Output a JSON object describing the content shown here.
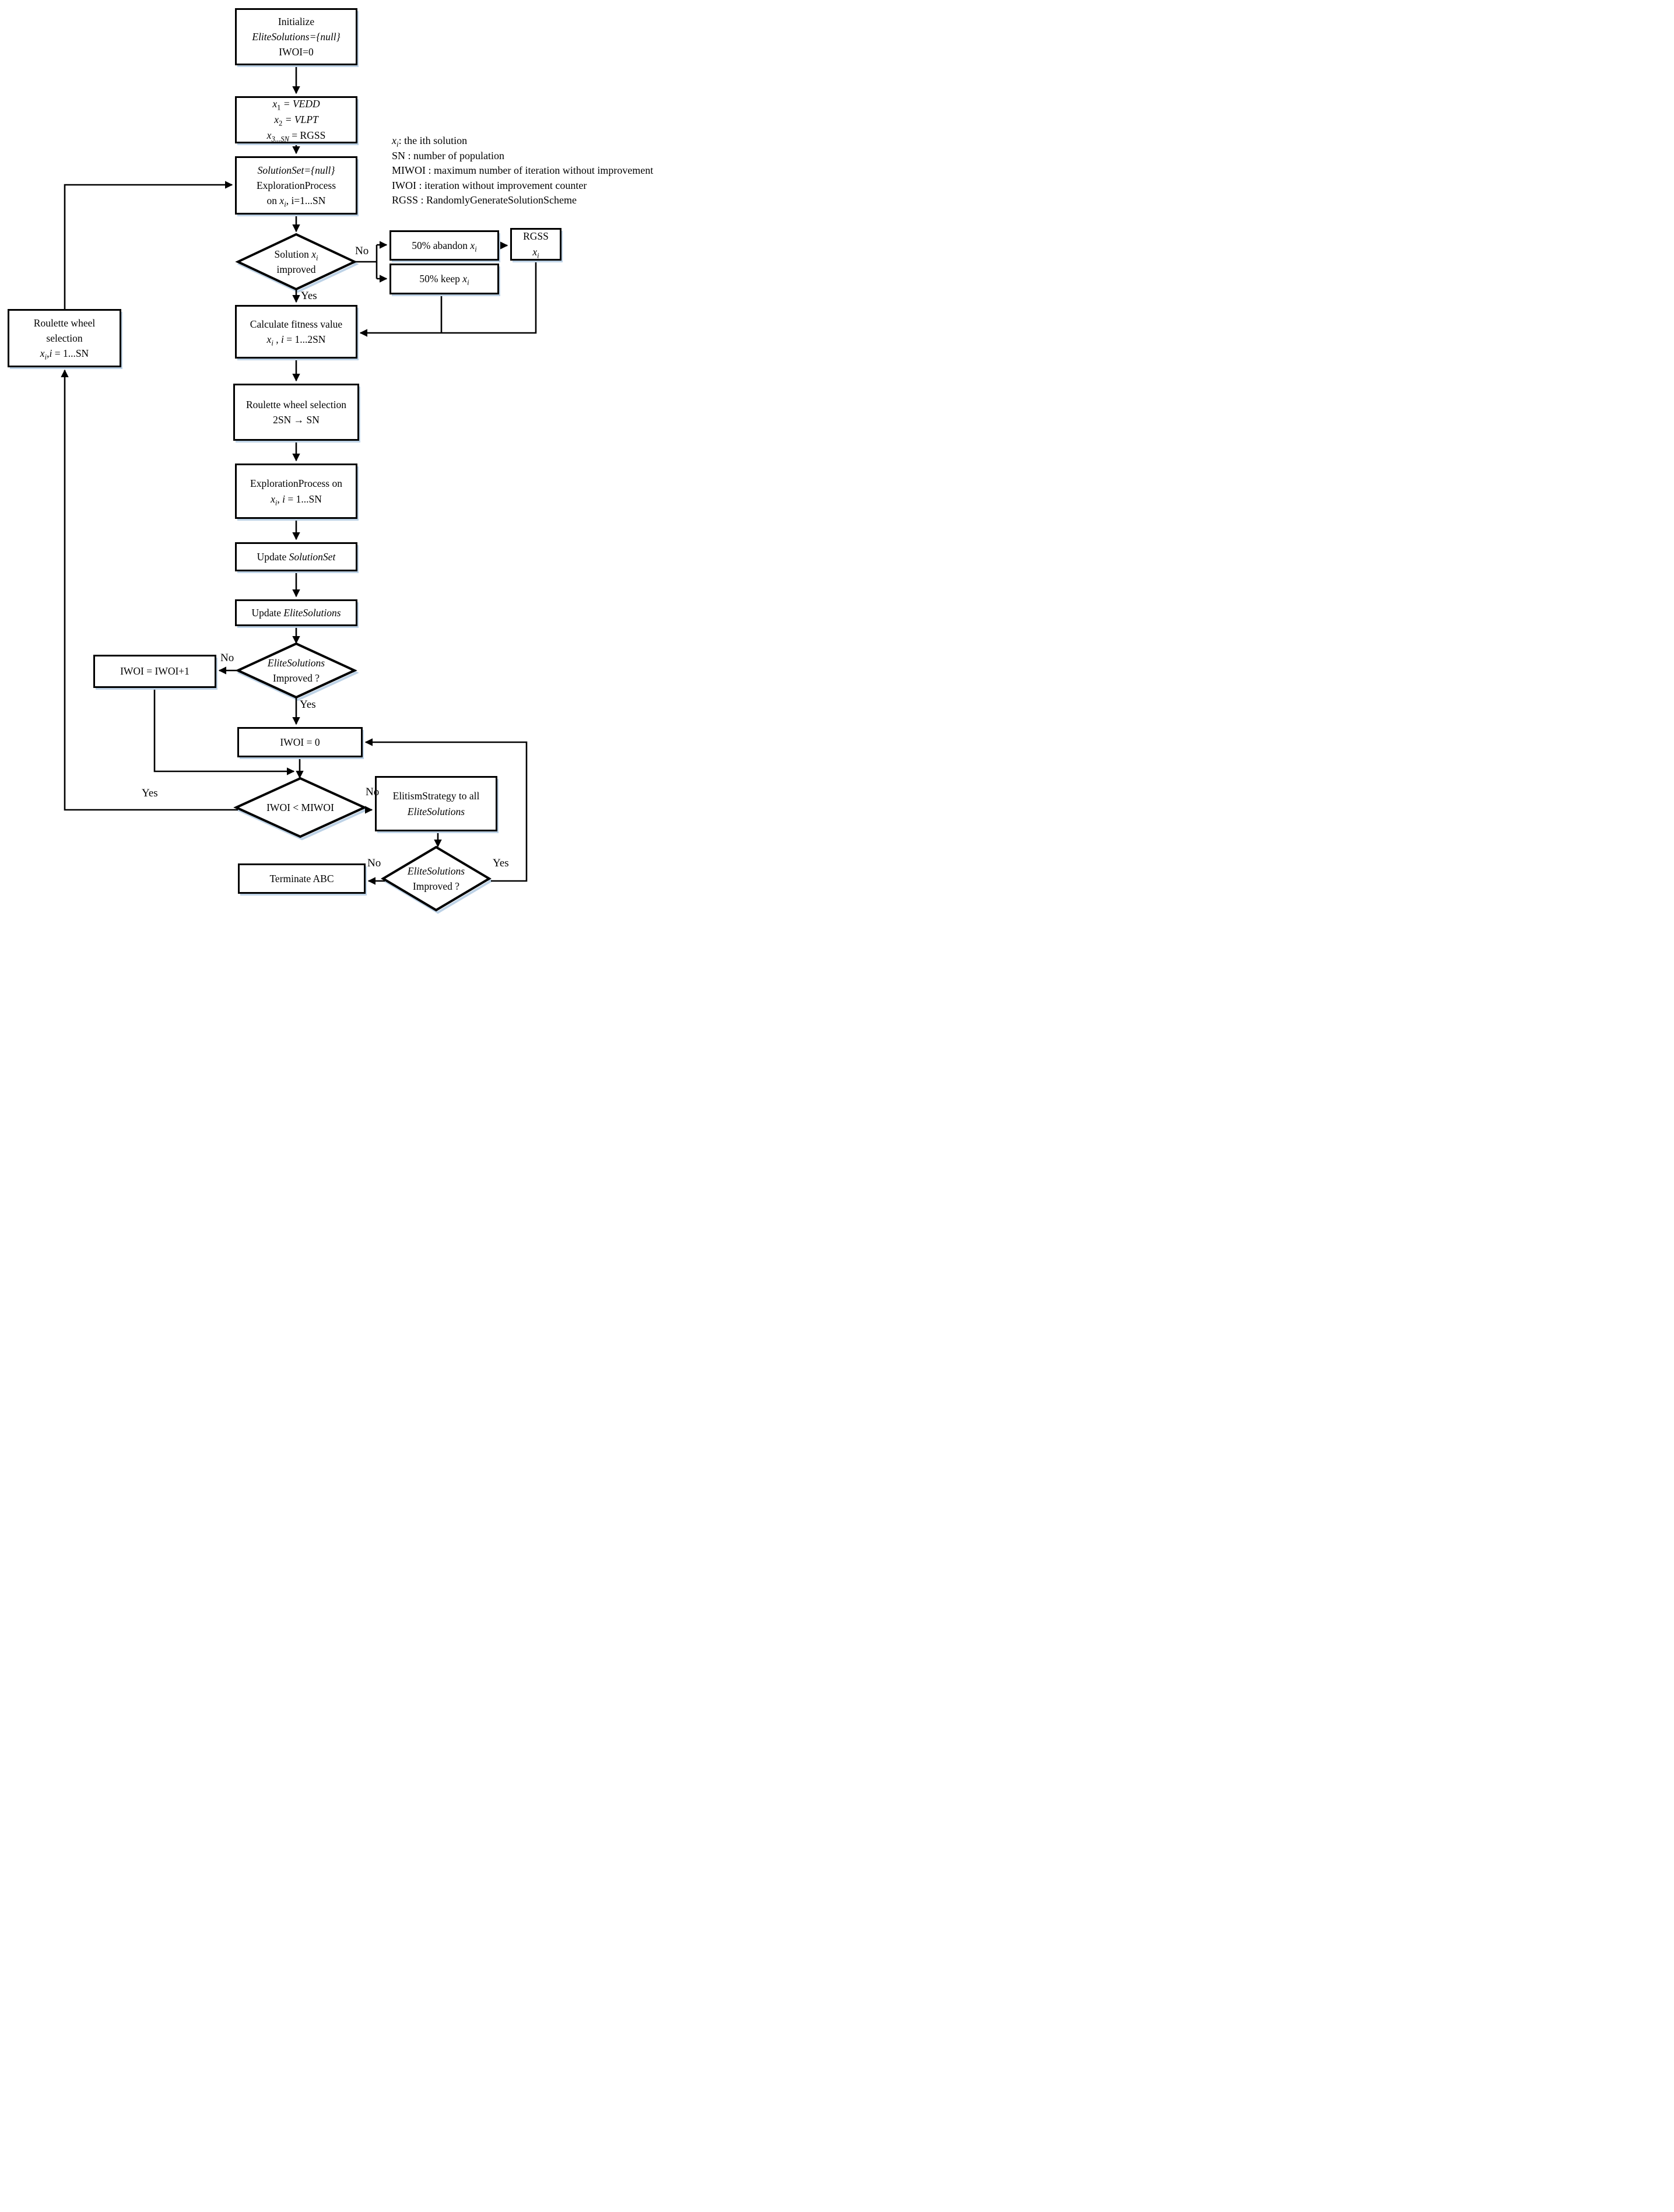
{
  "labels": {
    "yes": "Yes",
    "no": "No"
  },
  "colors": {
    "stroke": "#000000",
    "shadow": "#bdd2e6",
    "background": "#ffffff",
    "text": "#000000"
  },
  "nodes": {
    "init": {
      "lines": [
        [
          {
            "t": "Initialize"
          }
        ],
        [
          {
            "t": "EliteSolutions",
            "i": 1
          },
          {
            "t": "={null}",
            "i": 1
          }
        ],
        [
          {
            "t": "IWOI=0"
          }
        ]
      ]
    },
    "xdef": {
      "lines": [
        [
          {
            "t": "x",
            "i": 1
          },
          {
            "t": "1",
            "sub": 1
          },
          {
            "t": " = ",
            "i": 1
          },
          {
            "t": "VEDD",
            "i": 1
          }
        ],
        [
          {
            "t": "x",
            "i": 1
          },
          {
            "t": "2",
            "sub": 1
          },
          {
            "t": " = ",
            "i": 1
          },
          {
            "t": "VLPT",
            "i": 1
          }
        ],
        [
          {
            "t": "x",
            "i": 1
          },
          {
            "t": "3...SN",
            "sub": 1,
            "i": 1
          },
          {
            "t": " = RGSS"
          }
        ]
      ]
    },
    "solset": {
      "lines": [
        [
          {
            "t": "SolutionSet",
            "i": 1
          },
          {
            "t": "={null}",
            "i": 1
          }
        ],
        [
          {
            "t": "ExplorationProcess"
          }
        ],
        [
          {
            "t": "on  "
          },
          {
            "t": "x",
            "i": 1
          },
          {
            "t": "i",
            "sub": 1,
            "i": 1
          },
          {
            "t": ", i=1...SN"
          }
        ]
      ]
    },
    "improved": {
      "lines": [
        [
          {
            "t": "Solution "
          },
          {
            "t": "x",
            "i": 1
          },
          {
            "t": "i",
            "sub": 1,
            "i": 1
          }
        ],
        [
          {
            "t": "improved"
          }
        ]
      ]
    },
    "abandon": {
      "lines": [
        [
          {
            "t": "50% abandon "
          },
          {
            "t": "x",
            "i": 1
          },
          {
            "t": "i",
            "sub": 1,
            "i": 1
          }
        ]
      ]
    },
    "keep": {
      "lines": [
        [
          {
            "t": "50% keep "
          },
          {
            "t": "x",
            "i": 1
          },
          {
            "t": "i",
            "sub": 1,
            "i": 1
          }
        ]
      ]
    },
    "rgss": {
      "lines": [
        [
          {
            "t": "RGSS"
          }
        ],
        [
          {
            "t": "x",
            "i": 1
          },
          {
            "t": "i",
            "sub": 1,
            "i": 1
          }
        ]
      ]
    },
    "fitness": {
      "lines": [
        [
          {
            "t": "Calculate fitness value"
          }
        ],
        [
          {
            "t": "x",
            "i": 1
          },
          {
            "t": "i",
            "sub": 1,
            "i": 1
          },
          {
            "t": " , "
          },
          {
            "t": "i",
            "i": 1
          },
          {
            "t": " = 1...2SN"
          }
        ]
      ]
    },
    "roulette2": {
      "lines": [
        [
          {
            "t": "Roulette wheel selection"
          }
        ],
        [
          {
            "t": "2SN →  SN"
          }
        ]
      ]
    },
    "explore": {
      "lines": [
        [
          {
            "t": "ExplorationProcess on"
          }
        ],
        [
          {
            "t": "x",
            "i": 1
          },
          {
            "t": "i",
            "sub": 1,
            "i": 1
          },
          {
            "t": ", "
          },
          {
            "t": "i",
            "i": 1
          },
          {
            "t": " = 1...SN"
          }
        ]
      ]
    },
    "updsol": {
      "lines": [
        [
          {
            "t": "Update "
          },
          {
            "t": "SolutionSet",
            "i": 1
          }
        ]
      ]
    },
    "updelite": {
      "lines": [
        [
          {
            "t": "Update "
          },
          {
            "t": "EliteSolutions",
            "i": 1
          }
        ]
      ]
    },
    "eliteimp": {
      "lines": [
        [
          {
            "t": "EliteSolutions",
            "i": 1
          }
        ],
        [
          {
            "t": "Improved ?"
          }
        ]
      ]
    },
    "iwoiinc": {
      "lines": [
        [
          {
            "t": "IWOI = IWOI+1"
          }
        ]
      ]
    },
    "iwoizero": {
      "lines": [
        [
          {
            "t": "IWOI = 0"
          }
        ]
      ]
    },
    "iwoicmp": {
      "lines": [
        [
          {
            "t": "IWOI < MIWOI"
          }
        ]
      ]
    },
    "elitism": {
      "lines": [
        [
          {
            "t": "ElitismStrategy to all"
          }
        ],
        [
          {
            "t": "EliteSolutions",
            "i": 1
          }
        ]
      ]
    },
    "eliteimp2": {
      "lines": [
        [
          {
            "t": "EliteSolutions",
            "i": 1
          }
        ],
        [
          {
            "t": "Improved ?"
          }
        ]
      ]
    },
    "terminate": {
      "lines": [
        [
          {
            "t": "Terminate ABC"
          }
        ]
      ]
    },
    "leftroulette": {
      "lines": [
        [
          {
            "t": "Roulette wheel"
          }
        ],
        [
          {
            "t": "selection"
          }
        ],
        [
          {
            "t": "x",
            "i": 1
          },
          {
            "t": "i",
            "sub": 1,
            "i": 1
          },
          {
            "t": ","
          },
          {
            "t": "i",
            "i": 1
          },
          {
            "t": " = 1...SN"
          }
        ]
      ]
    }
  },
  "legend": {
    "lines": [
      [
        {
          "t": "x",
          "i": 1
        },
        {
          "t": "i",
          "sub": 1,
          "i": 1
        },
        {
          "t": ": the ith solution"
        }
      ],
      [
        {
          "t": "SN : number of population"
        }
      ],
      [
        {
          "t": "MIWOI : maximum number of iteration without improvement"
        }
      ],
      [
        {
          "t": "IWOI : iteration without improvement counter"
        }
      ],
      [
        {
          "t": "RGSS : RandomlyGenerateSolutionScheme"
        }
      ]
    ]
  }
}
